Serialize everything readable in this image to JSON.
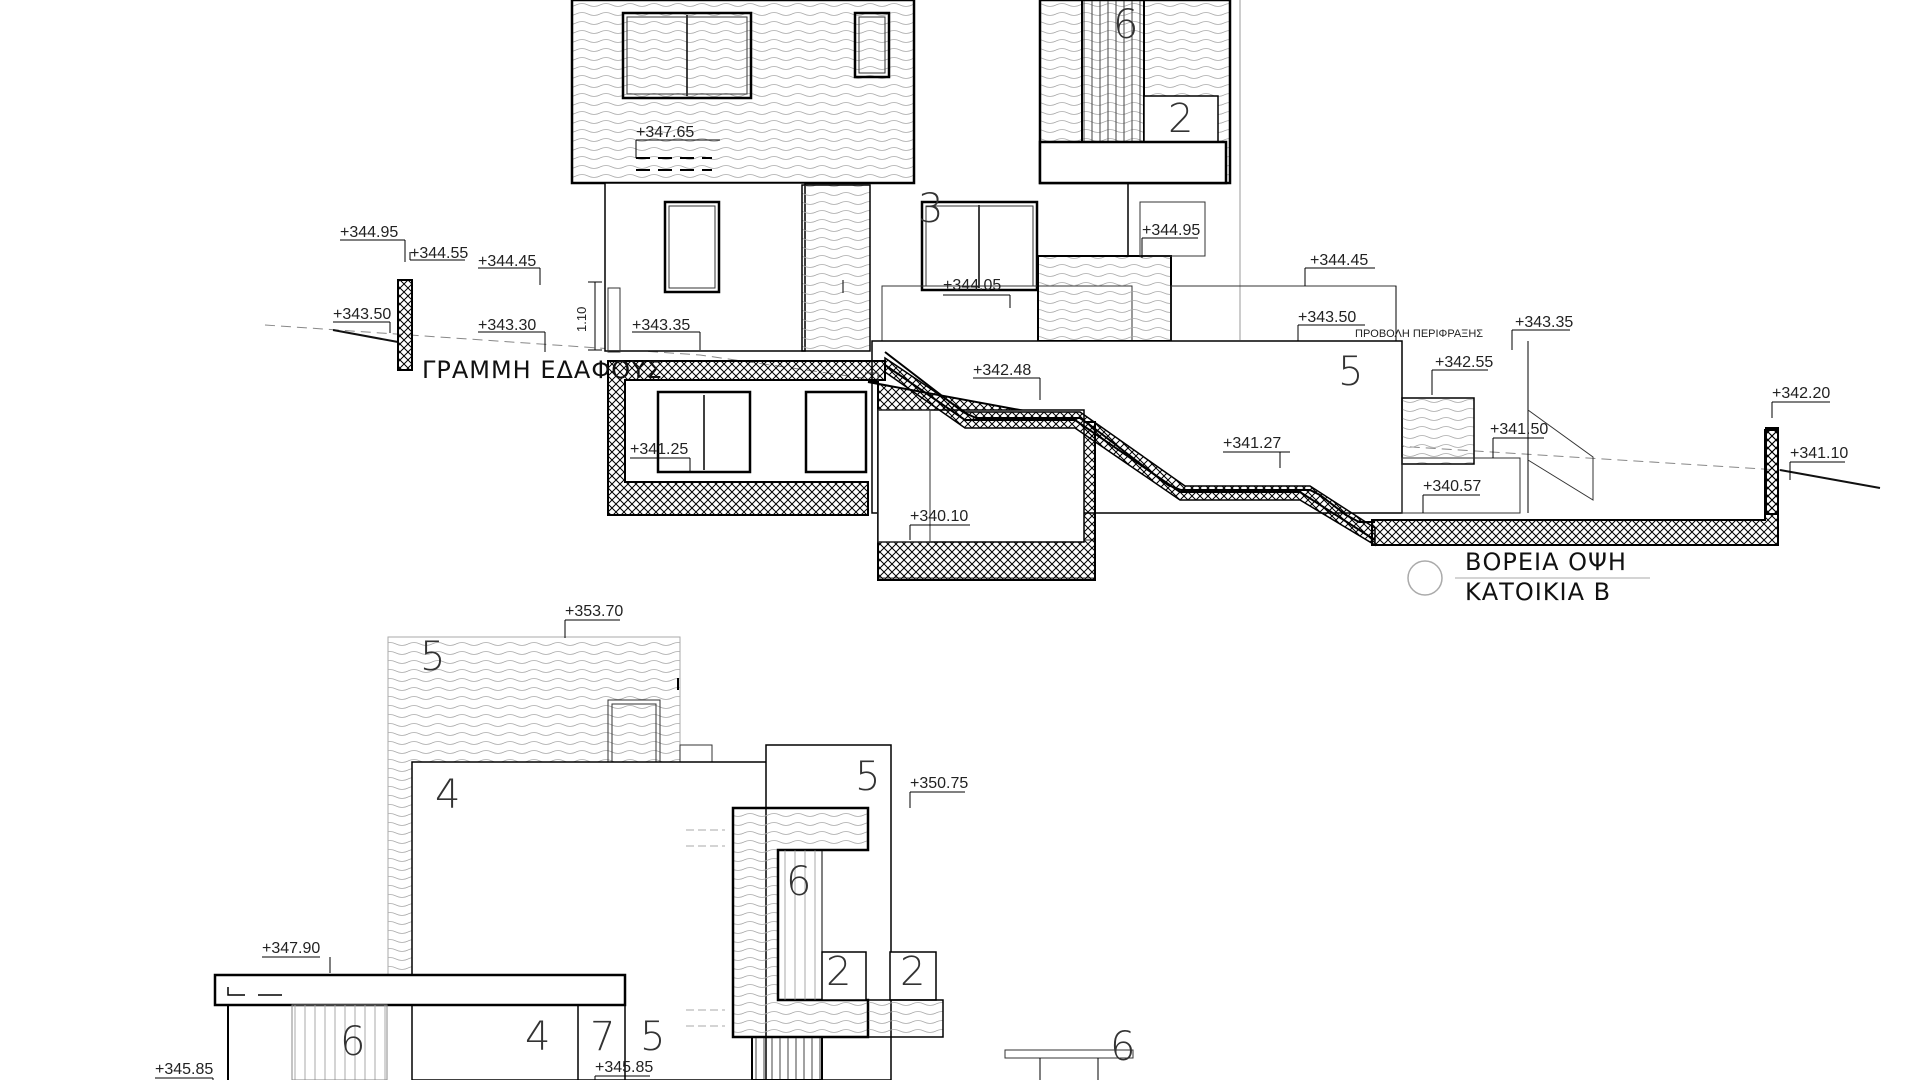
{
  "elevation_labels": {
    "e1": "+347.65",
    "e2": "+344.95",
    "e3": "+344.55",
    "e4": "+344.45",
    "e5": "+343.50",
    "e6": "+343.30",
    "e7": "+343.35",
    "e8": "+344.05",
    "e9": "+344.95",
    "e10": "+344.45",
    "e11": "+343.50",
    "e12": "+343.35",
    "e13": "+342.48",
    "e14": "+342.55",
    "e15": "+342.20",
    "e16": "+341.50",
    "e17": "+341.10",
    "e18": "+341.27",
    "e19": "+341.25",
    "e20": "+340.57",
    "e21": "+340.10",
    "e22": "+353.70",
    "e23": "+350.75",
    "e24": "+347.90",
    "e25": "+345.85",
    "e26": "+345.85"
  },
  "dimension": "1.10",
  "ground_line_label": "ΓΡΑΜΜΗ ΕΔΑΦΟΥΣ",
  "fence_projection_label": "ΠΡΟΒΟΛΗ ΠΕΡΙΦΡΑΞΗΣ",
  "view_title": "ΒΟΡΕΙΑ ΟΨΗ",
  "view_subtitle": "ΚΑΤΟΙΚΙΑ Β",
  "material_tags": {
    "t1": "6",
    "t2": "2",
    "t3": "3",
    "t4": "5",
    "t5": "5",
    "t6": "4",
    "t7": "5",
    "t8": "6",
    "t9": "2",
    "t10": "2",
    "t11": "6",
    "t12": "4",
    "t13": "7",
    "t14": "5",
    "t15": "6"
  }
}
